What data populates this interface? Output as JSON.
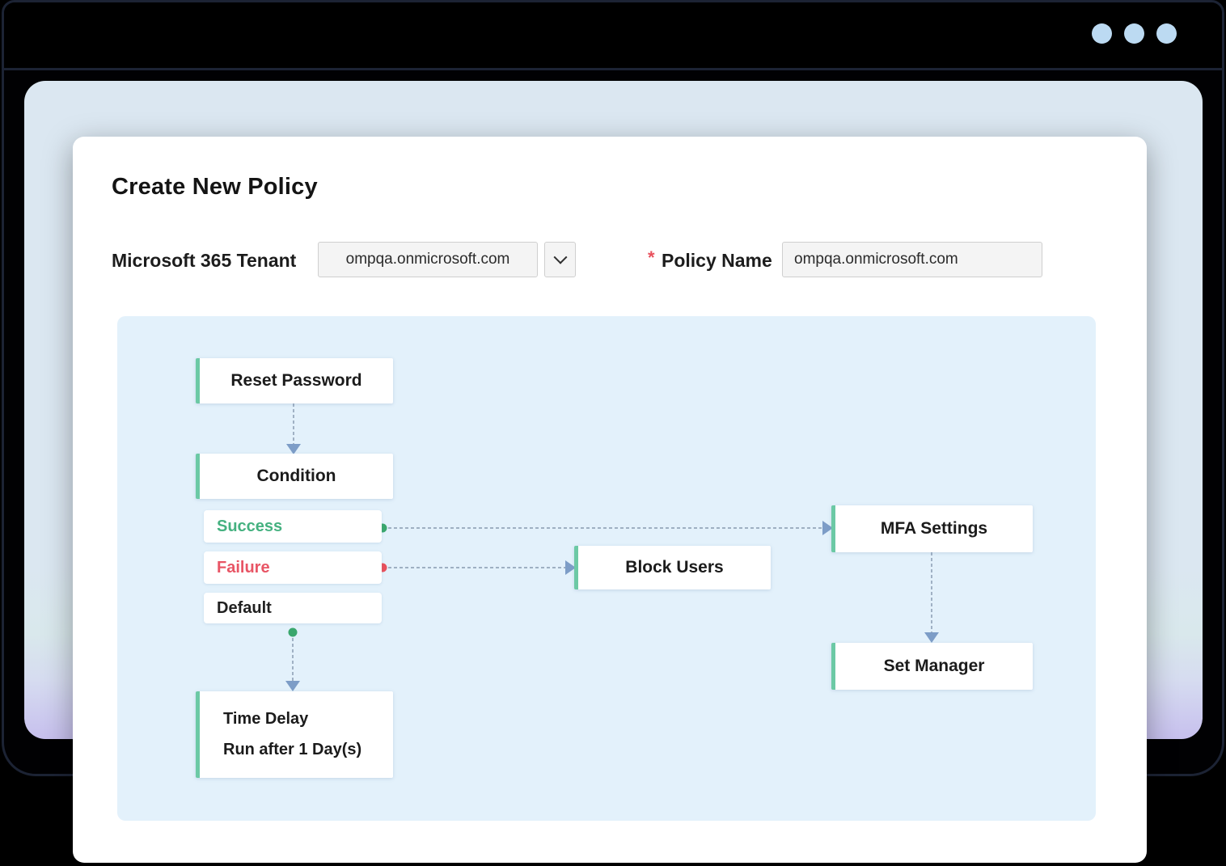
{
  "colors": {
    "accent-green": "#6cc9a5",
    "success-green": "#45b180",
    "dot-green": "#3aa76d",
    "failure-red": "#e85565",
    "dot-red": "#e8505c",
    "connector": "#95a6bb",
    "arrowhead": "#7d9dc7",
    "flow-bg": "#e3f1fb",
    "page-top": "#dbe7f1",
    "page-lavender": "#c7c0ee",
    "window-dot": "#bcdaf2",
    "frame-line": "#1c2334",
    "card-bg": "#ffffff"
  },
  "window": {
    "dot_count": 3
  },
  "main": {
    "title": "Create New Policy",
    "form": {
      "tenant_label": "Microsoft 365 Tenant",
      "tenant_value": "ompqa.onmicrosoft.com",
      "policy_required_marker": "*",
      "policy_label": "Policy Name",
      "policy_value": "ompqa.onmicrosoft.com"
    },
    "flowchart": {
      "nodes": {
        "reset_password": {
          "label": "Reset Password"
        },
        "condition": {
          "label": "Condition"
        },
        "success": {
          "label": "Success"
        },
        "failure": {
          "label": "Failure"
        },
        "default": {
          "label": "Default"
        },
        "block_users": {
          "label": "Block Users"
        },
        "mfa_settings": {
          "label": "MFA Settings"
        },
        "set_manager": {
          "label": "Set Manager"
        },
        "time_delay": {
          "label": "Time Delay",
          "sublabel": "Run after 1 Day(s)"
        }
      },
      "edges": [
        {
          "from": "reset_password",
          "to": "condition"
        },
        {
          "from": "success",
          "to": "mfa_settings"
        },
        {
          "from": "failure",
          "to": "block_users"
        },
        {
          "from": "default",
          "to": "time_delay"
        },
        {
          "from": "mfa_settings",
          "to": "set_manager"
        }
      ]
    }
  }
}
